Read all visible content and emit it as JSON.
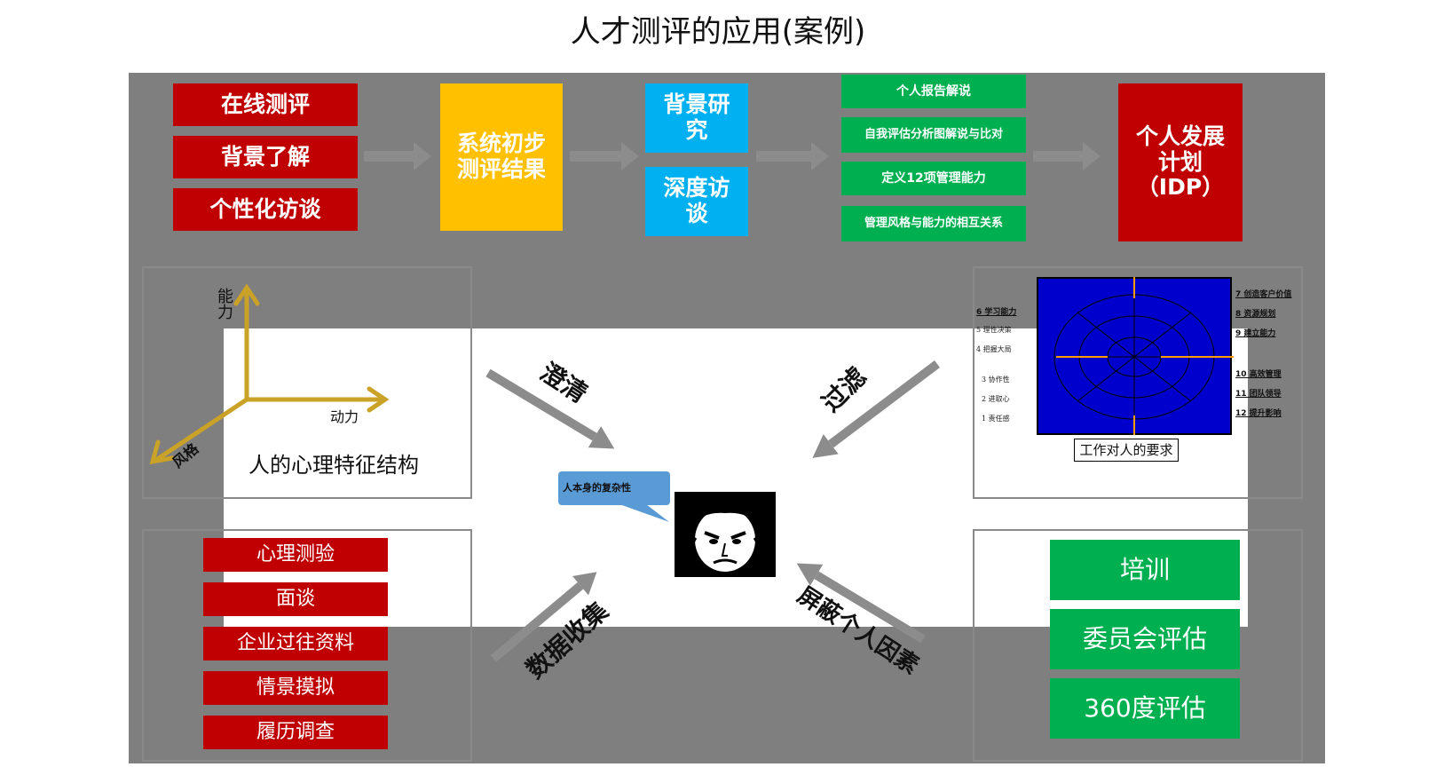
{
  "title": "人才测评的应用(案例)",
  "top_left_boxes": [
    "在线测评",
    "背景了解",
    "个性化访谈"
  ],
  "system_box": "系统初步测评结果",
  "research_boxes": [
    "背景研究",
    "深度访谈"
  ],
  "report_boxes": [
    "个人报告解说",
    "自我评估分析图解说与比对",
    "定义12项管理能力",
    "管理风格与能力的相互关系"
  ],
  "idp_box": "个人发展计划（IDP）",
  "axes": {
    "vertical": "能力",
    "horizontal": "动力",
    "diagonal": "风格"
  },
  "left_panel_label": "人的心理特征结构",
  "arrow_labels": {
    "top_left": "澄清",
    "top_right": "过滤",
    "bottom_left": "数据收集",
    "bottom_right": "屏蔽个人因素"
  },
  "bubble_text": "人本身的复杂性",
  "wheel": {
    "left_items": [
      "6 学习能力",
      "5 理性决策",
      "4 把握大局",
      "3 协作性",
      "2 进取心",
      "1 责任感"
    ],
    "right_items": [
      "7 创造客户价值",
      "8 资源规划",
      "9 建立能力",
      "10 高效管理",
      "11 团队领导",
      "12 提升影响"
    ],
    "caption": "工作对人的要求"
  },
  "method_boxes": [
    "心理测验",
    "面谈",
    "企业过往资料",
    "情景摸拟",
    "履历调查"
  ],
  "outcome_boxes": [
    "培训",
    "委员会评估",
    "360度评估"
  ],
  "colors": {
    "red": "#c00000",
    "green": "#00b050",
    "yellow": "#ffc000",
    "blue": "#00b0f0",
    "gray": "#7f7f7f",
    "axis_gold": "#c9a227"
  }
}
